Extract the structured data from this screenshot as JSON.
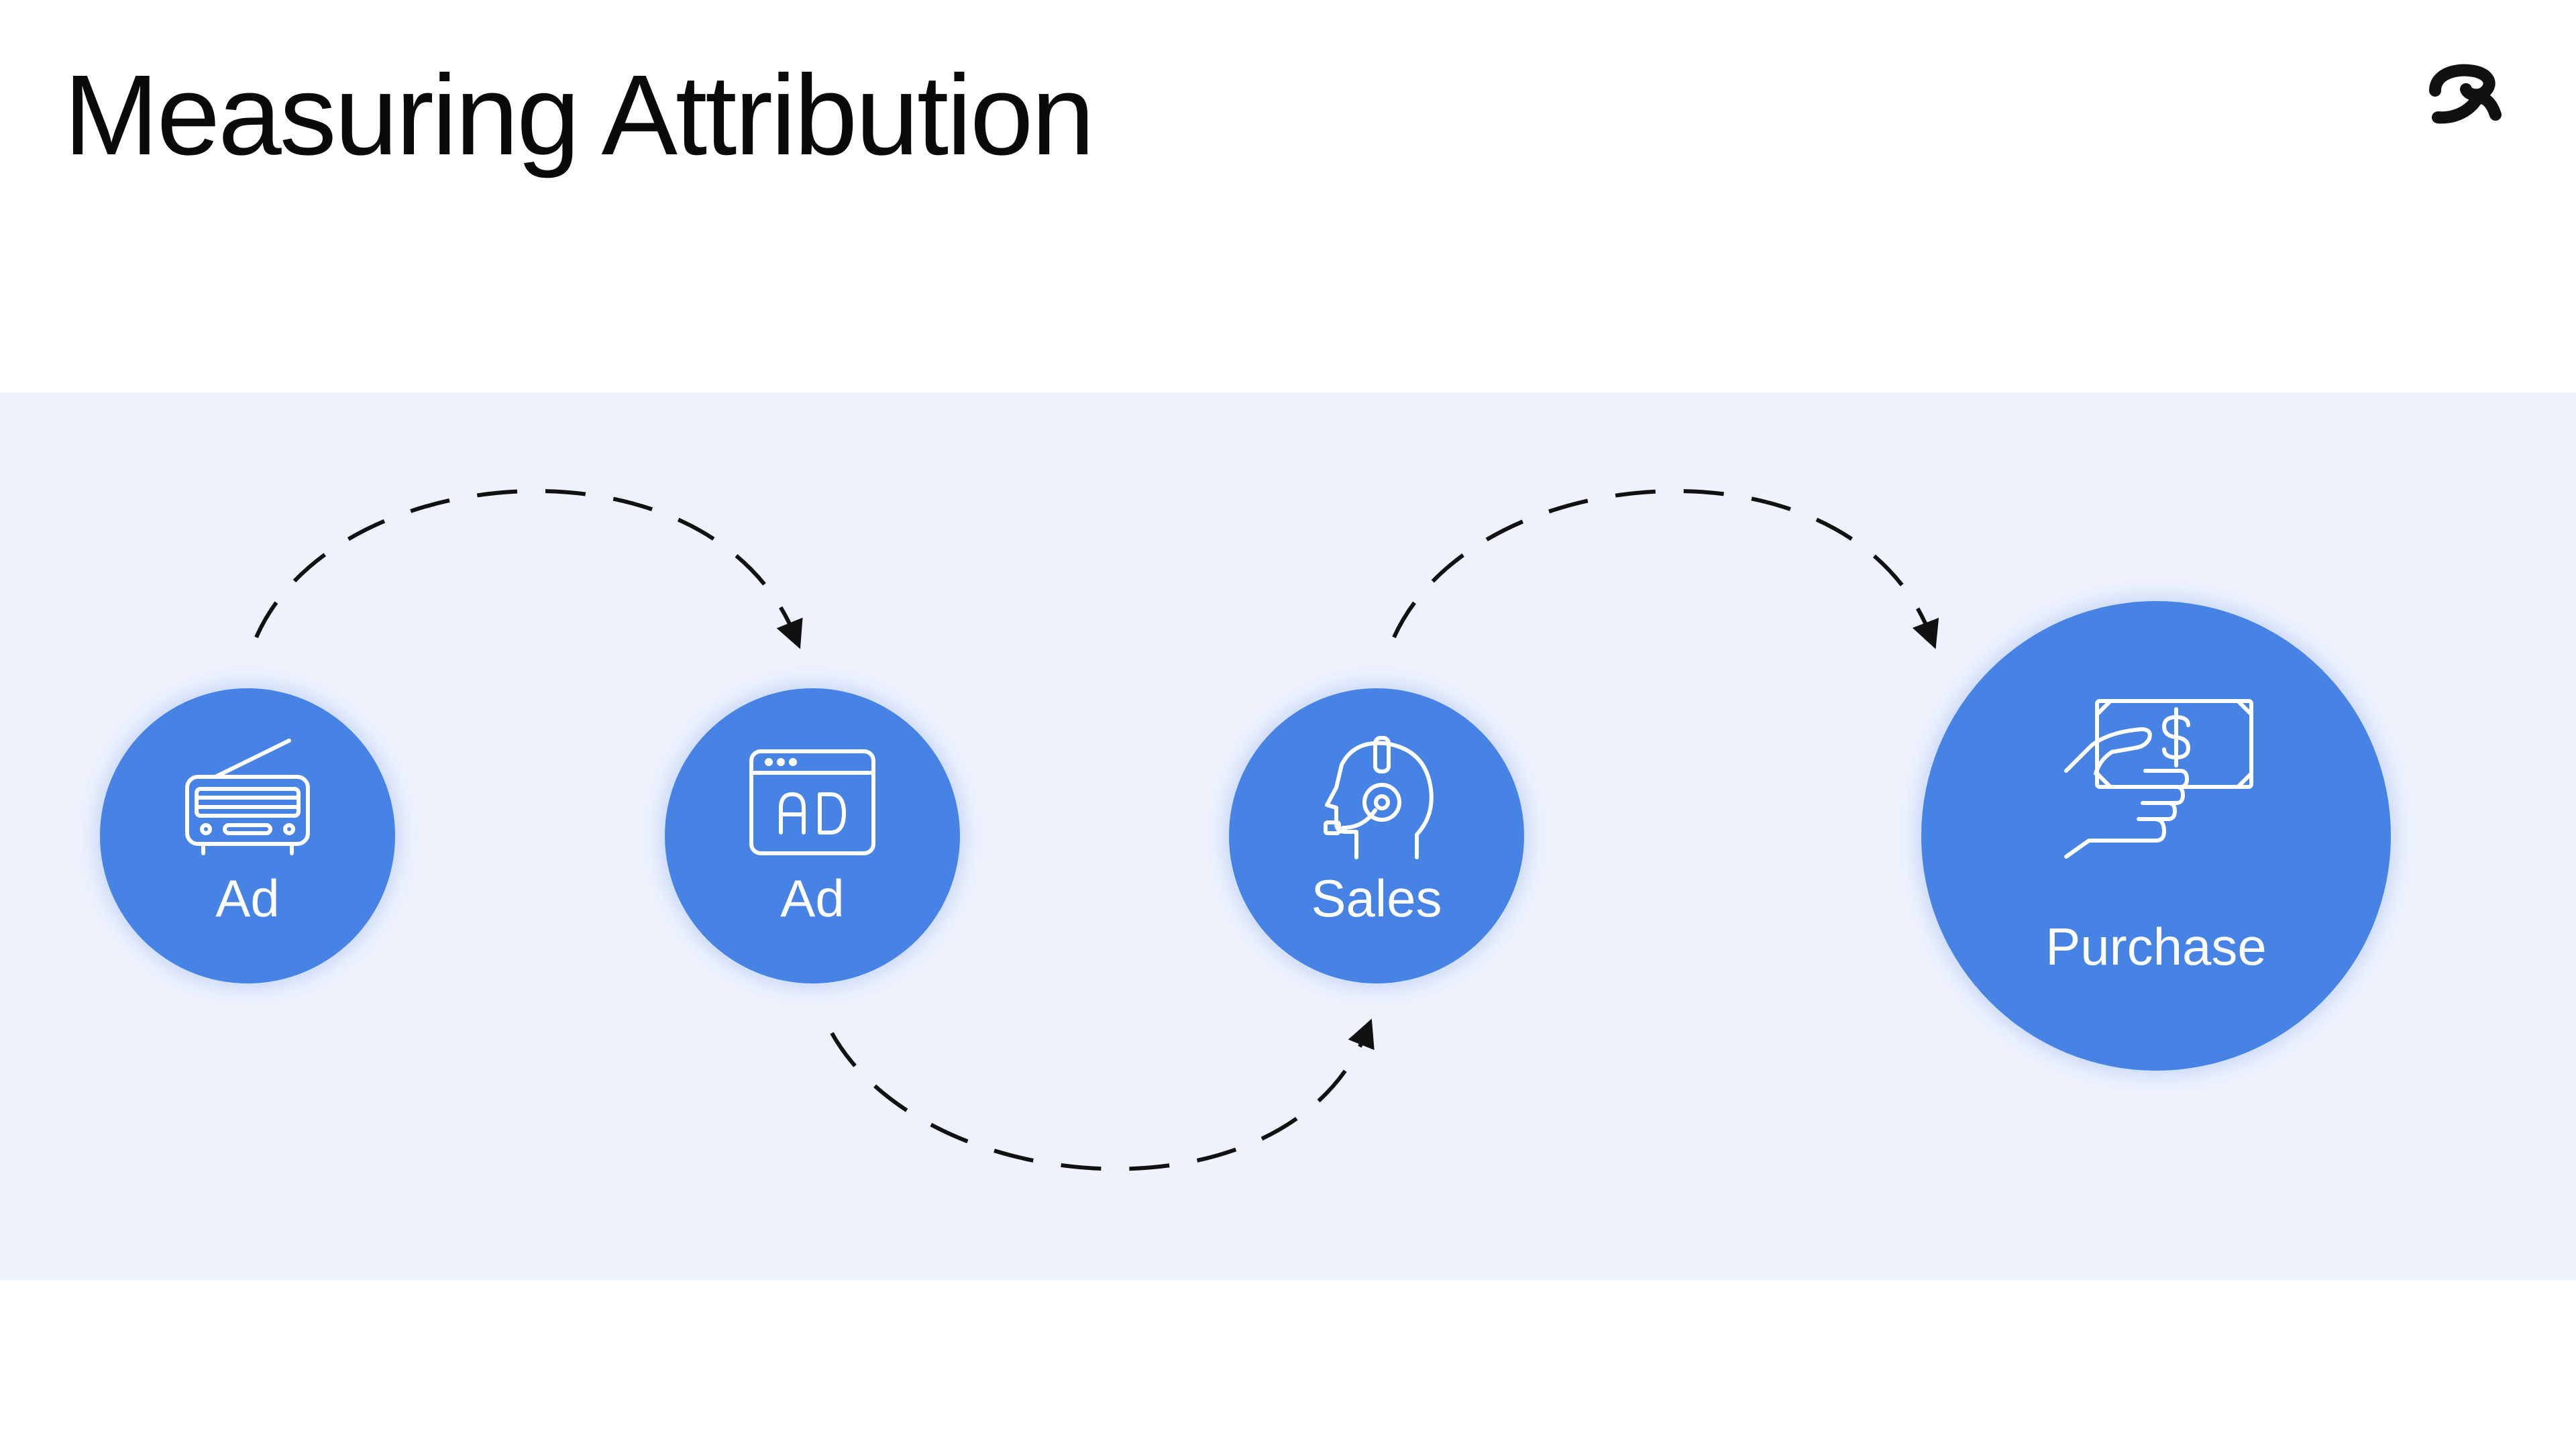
{
  "slide": {
    "title": "Measuring Attribution",
    "logo_icon": "brand-logo-icon"
  },
  "diagram": {
    "accent_color": "#4683e4",
    "band_color": "#eef2fd",
    "nodes": [
      {
        "label": "Ad",
        "icon": "radio-icon"
      },
      {
        "label": "Ad",
        "icon": "web-ad-icon"
      },
      {
        "label": "Sales",
        "icon": "headset-agent-icon"
      },
      {
        "label": "Purchase",
        "icon": "hand-money-icon"
      }
    ],
    "connectors": [
      {
        "from": "Ad",
        "to": "Ad",
        "style": "dashed-arrow"
      },
      {
        "from": "Ad",
        "to": "Sales",
        "style": "dashed-arrow"
      },
      {
        "from": "Sales",
        "to": "Purchase",
        "style": "dashed-arrow"
      }
    ]
  }
}
